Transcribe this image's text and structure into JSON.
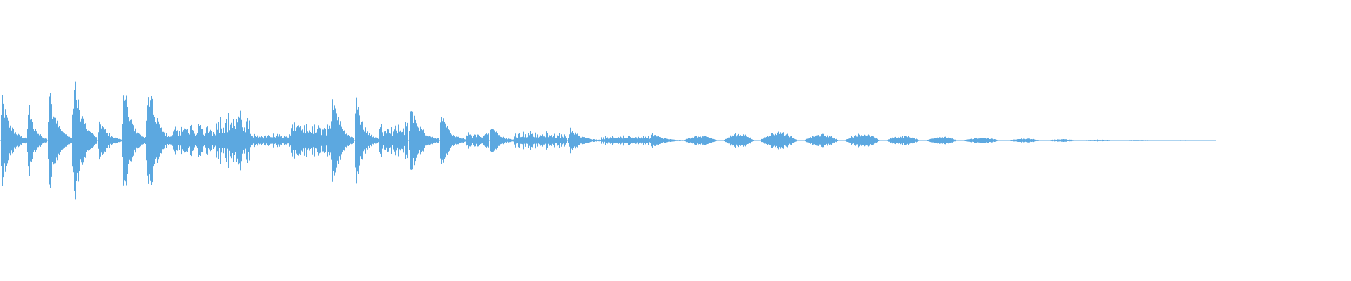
{
  "waveform": {
    "color": "#5ca8e0",
    "background": "#ffffff",
    "segments": [
      {
        "start": 0.0,
        "end": 0.02,
        "peak": 0.55,
        "shape": "decay"
      },
      {
        "start": 0.02,
        "end": 0.035,
        "peak": 0.48,
        "shape": "decay"
      },
      {
        "start": 0.035,
        "end": 0.053,
        "peak": 0.67,
        "shape": "decay"
      },
      {
        "start": 0.053,
        "end": 0.072,
        "peak": 0.92,
        "shape": "decay"
      },
      {
        "start": 0.072,
        "end": 0.09,
        "peak": 0.32,
        "shape": "decay"
      },
      {
        "start": 0.09,
        "end": 0.108,
        "peak": 0.74,
        "shape": "decay"
      },
      {
        "start": 0.108,
        "end": 0.127,
        "peak": 0.84,
        "shape": "decay"
      },
      {
        "start": 0.127,
        "end": 0.16,
        "peak": 0.22,
        "shape": "noise"
      },
      {
        "start": 0.16,
        "end": 0.185,
        "peak": 0.38,
        "shape": "noise"
      },
      {
        "start": 0.185,
        "end": 0.215,
        "peak": 0.1,
        "shape": "noise"
      },
      {
        "start": 0.215,
        "end": 0.245,
        "peak": 0.22,
        "shape": "noise"
      },
      {
        "start": 0.245,
        "end": 0.262,
        "peak": 0.68,
        "shape": "decay"
      },
      {
        "start": 0.262,
        "end": 0.28,
        "peak": 0.55,
        "shape": "decay"
      },
      {
        "start": 0.28,
        "end": 0.302,
        "peak": 0.25,
        "shape": "noise"
      },
      {
        "start": 0.302,
        "end": 0.325,
        "peak": 0.48,
        "shape": "decay"
      },
      {
        "start": 0.325,
        "end": 0.345,
        "peak": 0.34,
        "shape": "decay"
      },
      {
        "start": 0.345,
        "end": 0.362,
        "peak": 0.12,
        "shape": "noise"
      },
      {
        "start": 0.362,
        "end": 0.38,
        "peak": 0.22,
        "shape": "decay"
      },
      {
        "start": 0.38,
        "end": 0.42,
        "peak": 0.12,
        "shape": "noise"
      },
      {
        "start": 0.42,
        "end": 0.445,
        "peak": 0.16,
        "shape": "decay"
      },
      {
        "start": 0.445,
        "end": 0.48,
        "peak": 0.07,
        "shape": "noise"
      },
      {
        "start": 0.48,
        "end": 0.505,
        "peak": 0.1,
        "shape": "decay"
      },
      {
        "start": 0.505,
        "end": 0.535,
        "peak": 0.06,
        "shape": "bump"
      },
      {
        "start": 0.535,
        "end": 0.562,
        "peak": 0.09,
        "shape": "bump"
      },
      {
        "start": 0.562,
        "end": 0.595,
        "peak": 0.11,
        "shape": "bump"
      },
      {
        "start": 0.595,
        "end": 0.625,
        "peak": 0.08,
        "shape": "bump"
      },
      {
        "start": 0.625,
        "end": 0.655,
        "peak": 0.09,
        "shape": "bump"
      },
      {
        "start": 0.655,
        "end": 0.685,
        "peak": 0.06,
        "shape": "bump"
      },
      {
        "start": 0.685,
        "end": 0.712,
        "peak": 0.05,
        "shape": "bump"
      },
      {
        "start": 0.712,
        "end": 0.745,
        "peak": 0.035,
        "shape": "bump"
      },
      {
        "start": 0.745,
        "end": 0.775,
        "peak": 0.025,
        "shape": "bump"
      },
      {
        "start": 0.775,
        "end": 0.8,
        "peak": 0.018,
        "shape": "bump"
      },
      {
        "start": 0.8,
        "end": 0.83,
        "peak": 0.012,
        "shape": "bump"
      },
      {
        "start": 0.83,
        "end": 0.86,
        "peak": 0.008,
        "shape": "bump"
      },
      {
        "start": 0.86,
        "end": 0.9,
        "peak": 0.005,
        "shape": "bump"
      }
    ]
  }
}
